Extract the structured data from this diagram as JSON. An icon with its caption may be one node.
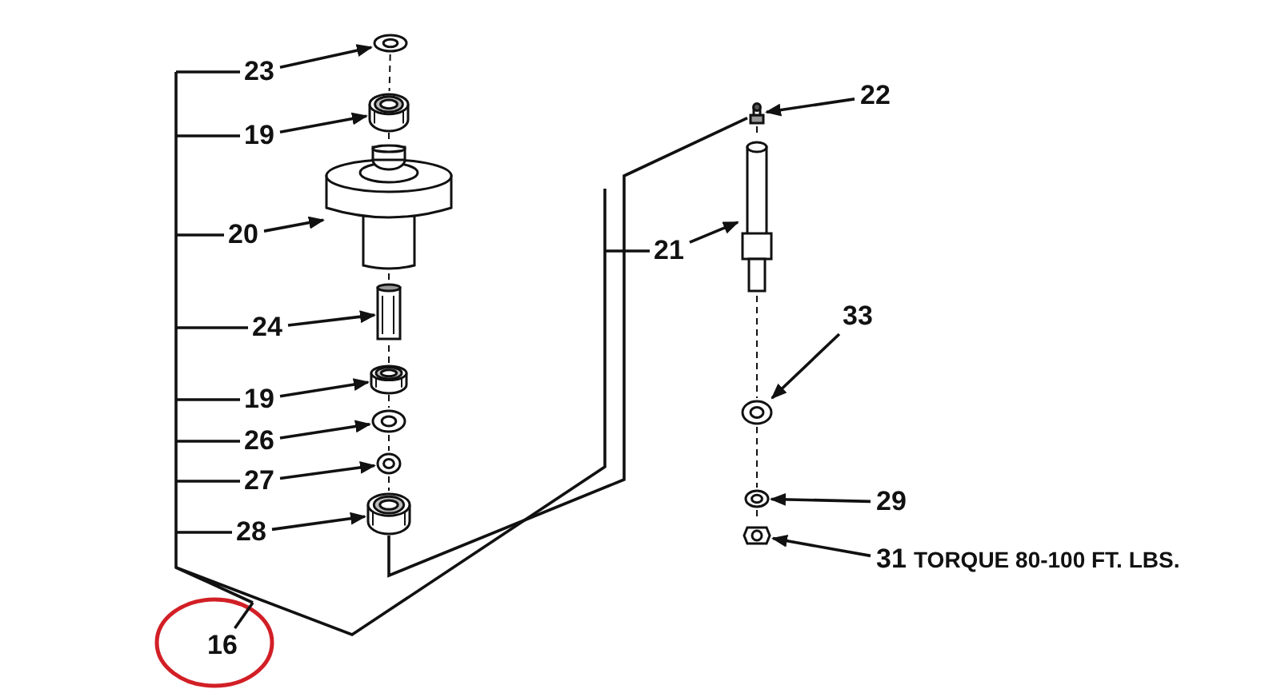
{
  "diagram": {
    "nodes": [
      {
        "text": [
          "23"
        ]
      },
      {
        "text": [
          "19"
        ]
      },
      {
        "text": [
          "20"
        ]
      },
      {
        "text": [
          "24"
        ]
      },
      {
        "text": [
          "19"
        ]
      },
      {
        "text": [
          "26"
        ]
      },
      {
        "text": [
          "27"
        ]
      },
      {
        "text": [
          "28"
        ]
      },
      {
        "text": [
          "22"
        ]
      },
      {
        "text": [
          "21"
        ]
      },
      {
        "text": [
          "33"
        ]
      },
      {
        "text": [
          "29"
        ]
      },
      {
        "text": [
          "31"
        ],
        "beside": [
          "TORQUE 80-100 FT. LBS."
        ]
      },
      {
        "text": [
          "16"
        ]
      },
      {
        "text": [],
        "shape": "picture"
      },
      {
        "text": [],
        "shape": "picture"
      },
      {
        "text": [],
        "shape": "picture"
      },
      {
        "text": [],
        "shape": "picture"
      },
      {
        "text": [],
        "shape": "picture"
      },
      {
        "text": [],
        "shape": "picture"
      },
      {
        "text": [],
        "shape": "picture"
      },
      {
        "text": [],
        "shape": "picture"
      },
      {
        "text": [],
        "shape": "picture"
      },
      {
        "text": [],
        "shape": "picture"
      },
      {
        "text": [],
        "shape": "picture"
      },
      {
        "text": [],
        "shape": "picture"
      },
      {
        "text": [],
        "shape": "picture"
      }
    ],
    "edges": [
      {
        "from": 0,
        "to": 14,
        "arrow": "to"
      },
      {
        "from": 1,
        "to": 15,
        "arrow": "to"
      },
      {
        "from": 2,
        "to": 16,
        "arrow": "to"
      },
      {
        "from": 3,
        "to": 17,
        "arrow": "to"
      },
      {
        "from": 4,
        "to": 18,
        "arrow": "to"
      },
      {
        "from": 5,
        "to": 19,
        "arrow": "to"
      },
      {
        "from": 6,
        "to": 20,
        "arrow": "to"
      },
      {
        "from": 7,
        "to": 21,
        "arrow": "to"
      },
      {
        "from": 8,
        "to": 22,
        "arrow": "to"
      },
      {
        "from": 9,
        "to": 23,
        "arrow": "to"
      },
      {
        "from": 10,
        "to": 24,
        "arrow": "to"
      },
      {
        "from": 11,
        "to": 25,
        "arrow": "to"
      },
      {
        "from": 12,
        "to": 26,
        "arrow": "to"
      },
      {
        "from": 13,
        "to": null,
        "arrow": "none"
      },
      {
        "from": 14,
        "to": 15,
        "arrow": "none",
        "style": "dashed"
      },
      {
        "from": 15,
        "to": 16,
        "arrow": "none",
        "style": "dashed"
      },
      {
        "from": 16,
        "to": 17,
        "arrow": "none",
        "style": "dashed"
      },
      {
        "from": 17,
        "to": 18,
        "arrow": "none",
        "style": "dashed"
      },
      {
        "from": 18,
        "to": 19,
        "arrow": "none",
        "style": "dashed"
      },
      {
        "from": 19,
        "to": 20,
        "arrow": "none",
        "style": "dashed"
      },
      {
        "from": 20,
        "to": 21,
        "arrow": "none",
        "style": "dashed"
      },
      {
        "from": 21,
        "to": 22,
        "arrow": "none"
      },
      {
        "from": 22,
        "to": 23,
        "arrow": "none",
        "style": "dashed"
      },
      {
        "from": 23,
        "to": 24,
        "arrow": "none",
        "style": "dashed"
      },
      {
        "from": 24,
        "to": 25,
        "arrow": "none",
        "style": "dashed"
      },
      {
        "from": 25,
        "to": 26,
        "arrow": "none",
        "style": "dashed"
      }
    ]
  }
}
